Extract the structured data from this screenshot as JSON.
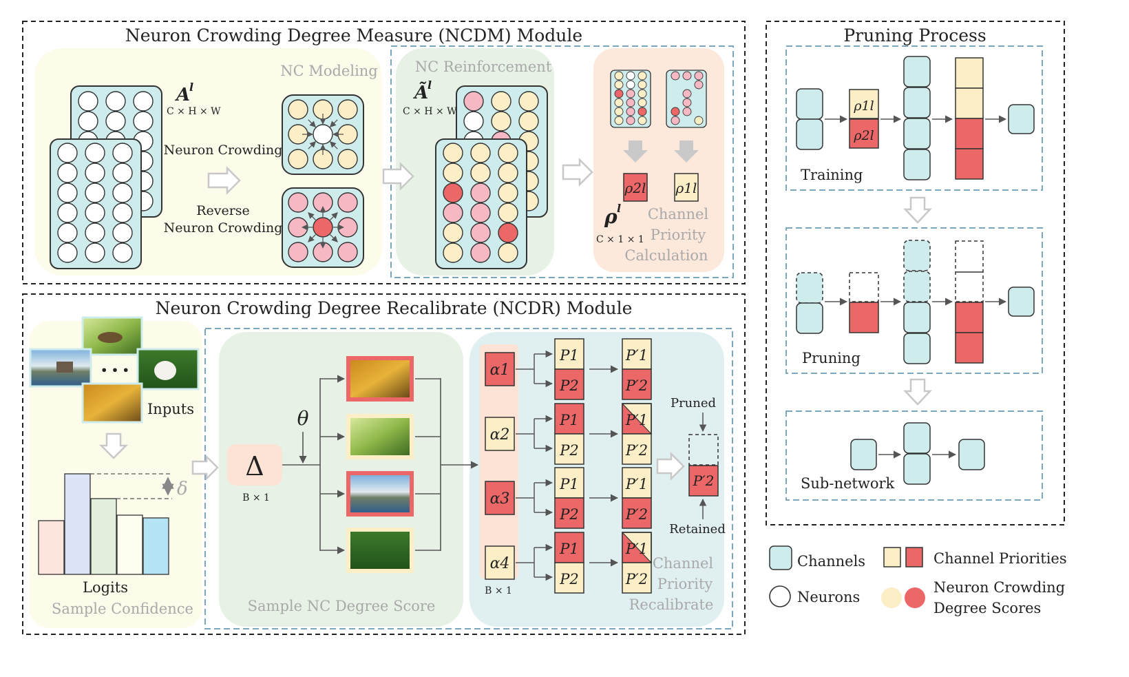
{
  "ncdm": {
    "title": "Neuron Crowding Degree Measure (NCDM) Module",
    "nc_modeling": "NC Modeling",
    "nc_reinforcement": "NC Reinforcement",
    "neuron_crowding": "Neuron Crowding",
    "reverse_1": "Reverse",
    "reverse_2": "Neuron Crowding",
    "a_label": "A",
    "a_sup": "l",
    "a_dim": "C × H × W",
    "atilde_label": "Ã",
    "atilde_sup": "l",
    "atilde_dim": "C × H × W",
    "rho_label": "ρ",
    "rho_sup": "l",
    "rho_dim": "C × 1 × 1",
    "rho2": "ρ2l",
    "rho1": "ρ1l",
    "cpc_1": "Channel",
    "cpc_2": "Priority",
    "cpc_3": "Calculation"
  },
  "ncdr": {
    "title": "Neuron Crowding Degree Recalibrate (NCDR) Module",
    "inputs": "Inputs",
    "dots": "• • •",
    "logits": "Logits",
    "sample_confidence": "Sample Confidence",
    "delta_symbol": "δ",
    "big_delta": "Δ",
    "b1": "B × 1",
    "theta": "θ",
    "sample_nc": "Sample NC Degree Score",
    "alphas": [
      "α1",
      "α2",
      "α3",
      "α4"
    ],
    "alpha_dim": "B × 1",
    "p1": "P1",
    "p2": "P2",
    "p1p": "P′1",
    "p2p": "P′2",
    "pruned": "Pruned",
    "retained": "Retained",
    "final_p": "P′2",
    "cpr_1": "Channel",
    "cpr_2": "Priority",
    "cpr_3": "Recalibrate"
  },
  "pruning": {
    "title": "Pruning Process",
    "training": "Training",
    "pruning": "Pruning",
    "subnetwork": "Sub-network",
    "rho1": "ρ1l",
    "rho2": "ρ2l"
  },
  "legend": {
    "channels": "Channels",
    "channel_priorities": "Channel Priorities",
    "neurons": "Neurons",
    "ncds_1": "Neuron Crowding",
    "ncds_2": "Degree Scores"
  },
  "colors": {
    "teal": "#cfeced",
    "yellow": "#fcefc7",
    "red": "#ec6767",
    "pink": "#f6b9c3",
    "panel_yellow": "#fdfbea",
    "panel_green": "#e7f1e6",
    "panel_peach": "#fde8dc",
    "panel_blue": "#e0f0f0",
    "dash_blue": "#7aa7bd"
  }
}
